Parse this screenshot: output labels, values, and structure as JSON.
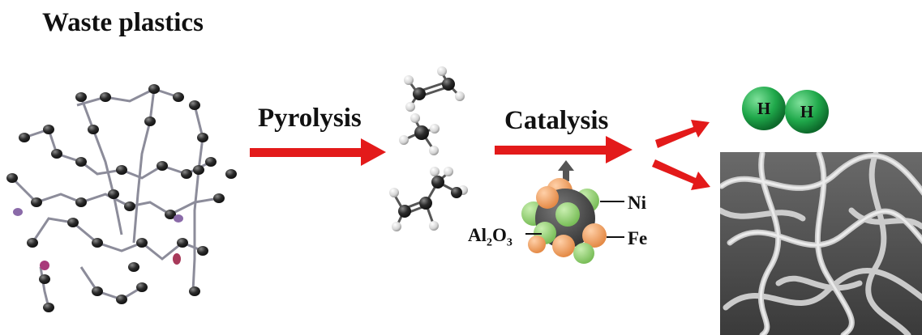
{
  "title": "Waste plastics",
  "steps": {
    "pyrolysis": "Pyrolysis",
    "catalysis": "Catalysis"
  },
  "catalyst": {
    "support_prefix": "Al",
    "support_sub1": "2",
    "support_mid": "O",
    "support_sub2": "3",
    "metal_1": "Ni",
    "metal_2": "Fe"
  },
  "hydrogen": {
    "atom_1": "H",
    "atom_2": "H"
  },
  "colors": {
    "arrow": "#e31a1a",
    "hydrogen_sphere": "#1fa84a",
    "nickel_sphere": "#8fcf6e",
    "iron_sphere": "#f0a064",
    "support_core": "#4a4a4a",
    "carbon_atom": "#2b2b2b",
    "hydrogen_atom": "#e8e8e8"
  },
  "icons": [
    "polymer-structure",
    "ethylene-molecule",
    "methane-molecule",
    "butadiene-molecule",
    "catalyst-particle",
    "hydrogen-molecule",
    "carbon-nanotubes-sem"
  ]
}
